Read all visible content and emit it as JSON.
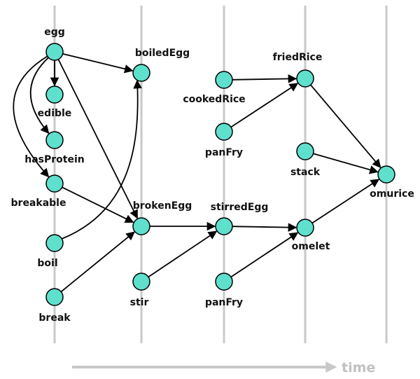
{
  "colors": {
    "node_fill": "#5ee0cd",
    "node_stroke": "#000000",
    "lane": "#c8c8c8",
    "edge": "#000000",
    "time": "#c0c0c0"
  },
  "nodes": [
    {
      "id": "egg",
      "label": "egg"
    },
    {
      "id": "edible",
      "label": "edible"
    },
    {
      "id": "hasProtein",
      "label": "hasProtein"
    },
    {
      "id": "breakable",
      "label": "breakable"
    },
    {
      "id": "boil",
      "label": "boil"
    },
    {
      "id": "break",
      "label": "break"
    },
    {
      "id": "boiledEgg",
      "label": "boiledEgg"
    },
    {
      "id": "brokenEgg",
      "label": "brokenEgg"
    },
    {
      "id": "stir",
      "label": "stir"
    },
    {
      "id": "cookedRice",
      "label": "cookedRice"
    },
    {
      "id": "panFry1",
      "label": "panFry"
    },
    {
      "id": "stirredEgg",
      "label": "stirredEgg"
    },
    {
      "id": "panFry2",
      "label": "panFry"
    },
    {
      "id": "friedRice",
      "label": "friedRice"
    },
    {
      "id": "stack",
      "label": "stack"
    },
    {
      "id": "omelet",
      "label": "omelet"
    },
    {
      "id": "omurice",
      "label": "omurice"
    }
  ],
  "edges": [
    {
      "from": "egg",
      "to": "edible"
    },
    {
      "from": "egg",
      "to": "hasProtein"
    },
    {
      "from": "egg",
      "to": "breakable"
    },
    {
      "from": "egg",
      "to": "boiledEgg"
    },
    {
      "from": "egg",
      "to": "brokenEgg"
    },
    {
      "from": "breakable",
      "to": "brokenEgg"
    },
    {
      "from": "boil",
      "to": "boiledEgg"
    },
    {
      "from": "break",
      "to": "brokenEgg"
    },
    {
      "from": "brokenEgg",
      "to": "stirredEgg"
    },
    {
      "from": "stir",
      "to": "stirredEgg"
    },
    {
      "from": "cookedRice",
      "to": "friedRice"
    },
    {
      "from": "panFry1",
      "to": "friedRice"
    },
    {
      "from": "stirredEgg",
      "to": "omelet"
    },
    {
      "from": "panFry2",
      "to": "omelet"
    },
    {
      "from": "friedRice",
      "to": "omurice"
    },
    {
      "from": "stack",
      "to": "omurice"
    },
    {
      "from": "omelet",
      "to": "omurice"
    }
  ],
  "time_label": "time"
}
